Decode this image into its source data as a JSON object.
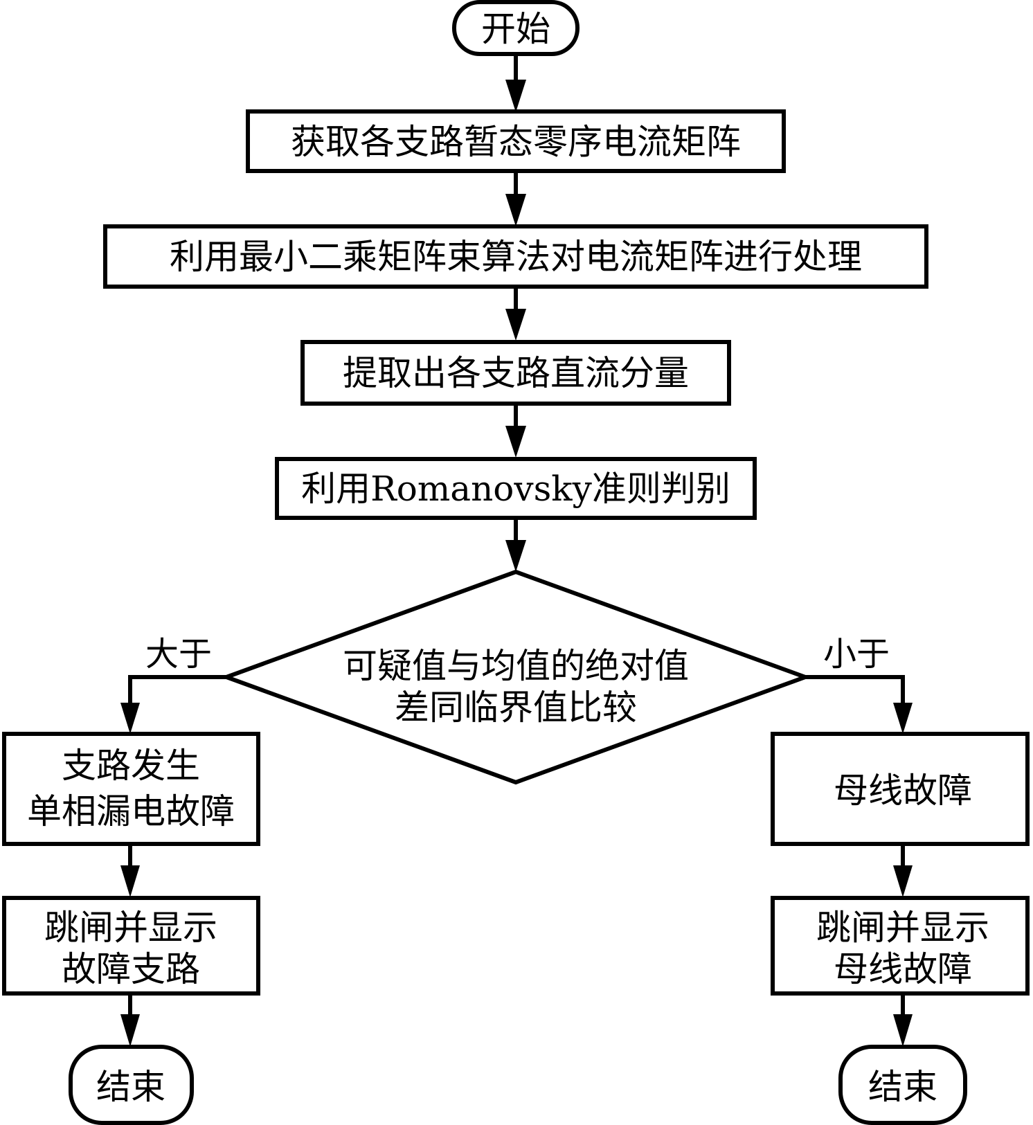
{
  "diagram": {
    "type": "flowchart",
    "nodes": {
      "start": {
        "label": "开始",
        "shape": "terminal"
      },
      "step1": {
        "label": "获取各支路暂态零序电流矩阵",
        "shape": "process"
      },
      "step2": {
        "label": "利用最小二乘矩阵束算法对电流矩阵进行处理",
        "shape": "process"
      },
      "step3": {
        "label": "提取出各支路直流分量",
        "shape": "process"
      },
      "step4": {
        "label": "利用Romanovsky准则判别",
        "shape": "process"
      },
      "decision": {
        "line1": "可疑值与均值的绝对值",
        "line2": "差同临界值比较",
        "shape": "decision"
      },
      "left1": {
        "line1": "支路发生",
        "line2": "单相漏电故障",
        "shape": "process"
      },
      "left2": {
        "line1": "跳闸并显示",
        "line2": "故障支路",
        "shape": "process"
      },
      "left_end": {
        "label": "结束",
        "shape": "terminal"
      },
      "right1": {
        "label": "母线故障",
        "shape": "process"
      },
      "right2": {
        "line1": "跳闸并显示",
        "line2": "母线故障",
        "shape": "process"
      },
      "right_end": {
        "label": "结束",
        "shape": "terminal"
      }
    },
    "edges": [
      {
        "from": "start",
        "to": "step1"
      },
      {
        "from": "step1",
        "to": "step2"
      },
      {
        "from": "step2",
        "to": "step3"
      },
      {
        "from": "step3",
        "to": "step4"
      },
      {
        "from": "step4",
        "to": "decision"
      },
      {
        "from": "decision",
        "to": "left1",
        "label": "大于"
      },
      {
        "from": "decision",
        "to": "right1",
        "label": "小于"
      },
      {
        "from": "left1",
        "to": "left2"
      },
      {
        "from": "left2",
        "to": "left_end"
      },
      {
        "from": "right1",
        "to": "right2"
      },
      {
        "from": "right2",
        "to": "right_end"
      }
    ],
    "edge_labels": {
      "greater": "大于",
      "less": "小于"
    }
  }
}
